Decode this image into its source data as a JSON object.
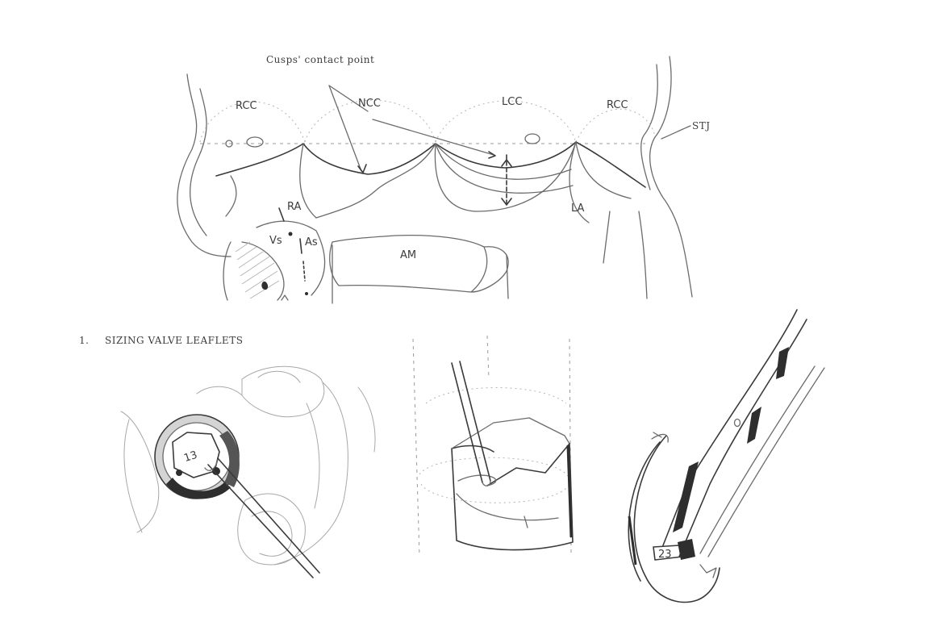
{
  "labels": {
    "cusps_contact_point": "Cusps' contact point",
    "rcc_left": "RCC",
    "ncc": "NCC",
    "lcc": "LCC",
    "rcc_right": "RCC",
    "stj": "STJ",
    "ra": "RA",
    "la": "LA",
    "vs": "Vs",
    "as": "As",
    "am": "AM",
    "step_number": "1.",
    "step_title": "SIZING VALVE LEAFLETS",
    "sizer_value_left": "13",
    "sizer_value_right": "23"
  },
  "colors": {
    "pencil": "#6b6b6b",
    "pencil_dark": "#3a3a3a",
    "paper": "#ffffff"
  }
}
